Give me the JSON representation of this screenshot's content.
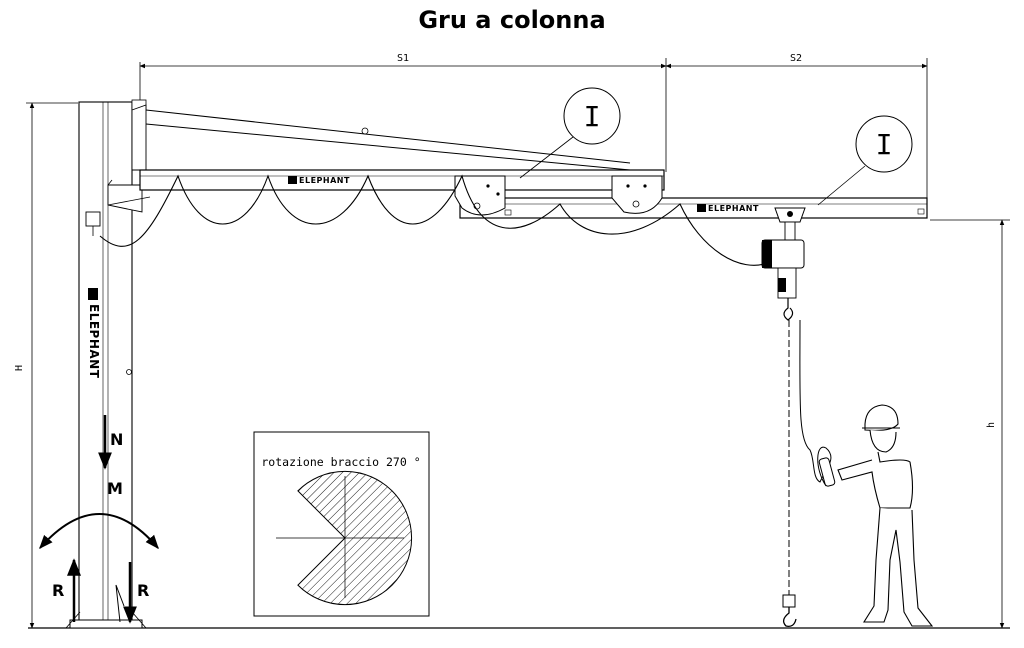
{
  "title": "Gru a colonna",
  "dimensions": {
    "s1": "S1",
    "s2": "S2",
    "H": "H",
    "h": "h"
  },
  "profile_symbol": "I",
  "brand": "ELEPHANT",
  "forces": {
    "n": "N",
    "m": "M",
    "r_left": "R",
    "r_right": "R"
  },
  "rotation": {
    "label": "rotazione braccio 270 °"
  }
}
